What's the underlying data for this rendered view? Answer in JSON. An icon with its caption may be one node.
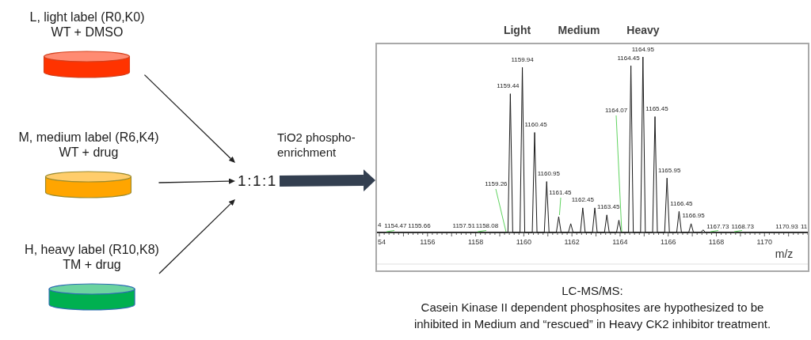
{
  "diagram": {
    "nodes": [
      {
        "text": [
          "L, light label (R0,K0)",
          "WT + DMSO"
        ]
      },
      {
        "text": [
          "M, medium label (R6,K4)",
          "WT + drug"
        ]
      },
      {
        "text": [
          "H, heavy label (R10,K8)",
          "TM + drug"
        ]
      },
      {
        "text": [
          "1:1:1"
        ]
      },
      {
        "text": [],
        "shape": "box",
        "beside": [
          "Light",
          "Medium",
          "Heavy",
          "LC-MS/MS:",
          "Casein Kinase II dependent phosphosites are hypothesized to be inhibited in Medium and “rescued” in Heavy CK2 inhibitor treatment."
        ]
      }
    ],
    "edges": [
      {
        "from": 0,
        "to": 3,
        "arrow": "to"
      },
      {
        "from": 1,
        "to": 3,
        "arrow": "to"
      },
      {
        "from": 2,
        "to": 3,
        "arrow": "to"
      },
      {
        "from": 3,
        "to": 4,
        "arrow": "to",
        "label": "TiO2 phospho- enrichment",
        "style": "thick",
        "color": "#333f50"
      }
    ],
    "labels": [
      "4",
      "1154.47",
      "1155.66",
      "1157.51",
      "1158.08",
      "1159.26",
      "1159.44",
      "1159.94",
      "1160.45",
      "1160.95",
      "1161.45",
      "1162.45",
      "1163.45",
      "1164.07",
      "1164.45",
      "1164.95",
      "1165.45",
      "1165.95",
      "1166.45",
      "1166.95",
      "1167.73",
      "1168.73",
      "1170.93",
      "11",
      "54",
      "1156",
      "1158",
      "1160",
      "1162",
      "1164",
      "1166",
      "1168",
      "1170",
      "m/z"
    ]
  }
}
